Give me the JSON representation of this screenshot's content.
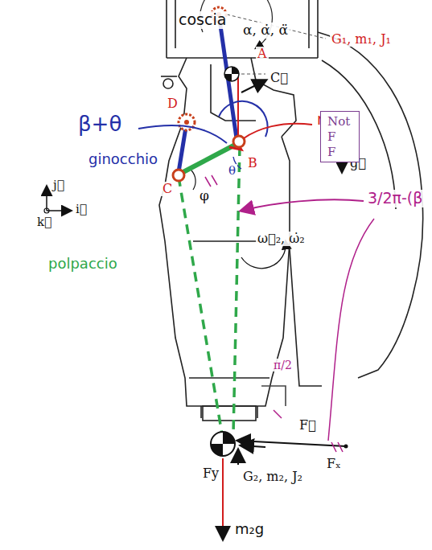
{
  "diagram": {
    "nodes": [
      {
        "text": [
          "Not",
          "F",
          "F"
        ]
      }
    ],
    "labels": [
      "coscia",
      "α, α̇, α̈",
      "G₁, m₁, J₁",
      "A",
      "D",
      "C⃗",
      "β+θ",
      "ginocchio",
      "m₁g",
      "g⃗",
      "B",
      "j⃗",
      "k⃗",
      "i⃗",
      "θ",
      "3/2π-(β",
      "C",
      "φ",
      "ω⃗₂, ω̇₂",
      "polpaccio",
      "π/2",
      "F⃗",
      "G₂, m₂, J₂",
      "Fₓ",
      "Fy",
      "m₂g"
    ]
  }
}
